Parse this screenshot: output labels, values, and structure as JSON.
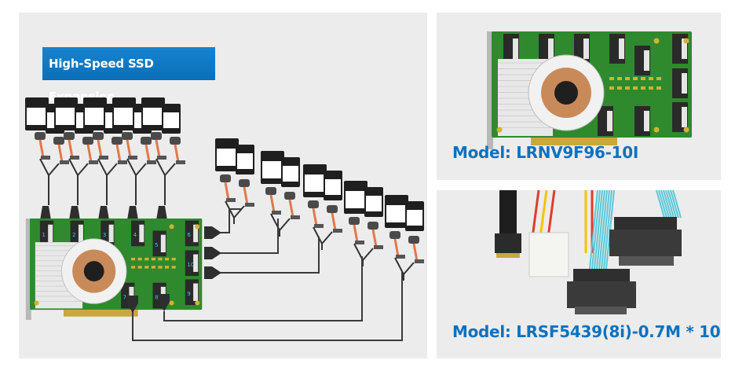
{
  "left_panel": {
    "banner_title": "High-Speed SSD Expansion",
    "card_port_numbers": [
      "1",
      "2",
      "3",
      "4",
      "5",
      "6",
      "7",
      "8",
      "9",
      "10"
    ],
    "ssd_count": 20,
    "cable_count": 10
  },
  "right_top_panel": {
    "model_label": "Model: LRNV9F96-10I",
    "product": "pcie-expansion-card"
  },
  "right_bottom_panel": {
    "model_label": "Model: LRSF5439(8i)-0.7M * 10",
    "product": "slimsas-to-u2-cable"
  },
  "colors": {
    "panel_bg": "#ececec",
    "accent_blue": "#0a72c0",
    "banner_blue": "#1180cc",
    "pcb_green": "#2f8a2e",
    "cable_dark": "#333333"
  }
}
